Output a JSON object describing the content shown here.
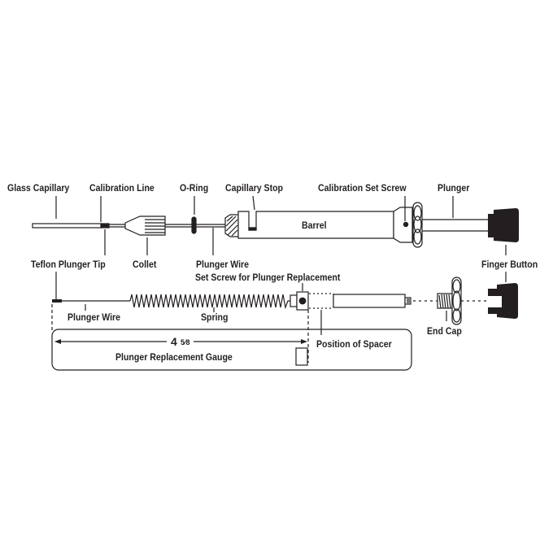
{
  "diagram": {
    "colors": {
      "ink": "#231f20",
      "background": "#ffffff"
    },
    "assembly_labels": {
      "glass_capillary": "Glass Capillary",
      "calibration_line": "Calibration Line",
      "o_ring": "O-Ring",
      "capillary_stop": "Capillary Stop",
      "calibration_set_screw": "Calibration Set Screw",
      "plunger": "Plunger",
      "barrel": "Barrel",
      "teflon_plunger_tip": "Teflon Plunger Tip",
      "collet": "Collet",
      "plunger_wire": "Plunger Wire",
      "finger_button": "Finger Button"
    },
    "exploded_labels": {
      "set_screw_for_plunger_replacement": "Set Screw for Plunger Replacement",
      "plunger_wire": "Plunger Wire",
      "spring": "Spring",
      "position_of_spacer": "Position of Spacer",
      "end_cap": "End Cap"
    },
    "gauge": {
      "measurement": "4⅝",
      "measurement_whole": "4",
      "measurement_fraction": "5⁄8",
      "label": "Plunger Replacement Gauge"
    }
  }
}
